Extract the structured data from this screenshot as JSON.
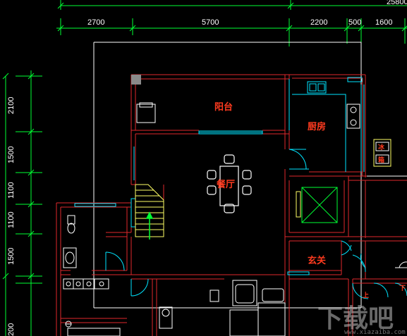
{
  "plan": {
    "top_partial_dim": "25800",
    "top_dimensions": [
      "2700",
      "5700",
      "2200",
      "500",
      "1600"
    ],
    "left_dimensions": [
      "2100",
      "1500",
      "1100",
      "1100",
      "1500",
      "200"
    ],
    "rooms": {
      "balcony": "阳台",
      "kitchen": "厨房",
      "dining": "餐厅",
      "entry": "玄关"
    },
    "fridge_labels": [
      "冰",
      "箱"
    ],
    "partial_labels": [
      "上",
      "下"
    ]
  },
  "watermark": {
    "text": "下载吧",
    "url": "www.xiazaiba.com"
  },
  "colors": {
    "background": "#000000",
    "wall_red": "#e0282b",
    "wall_white": "#ffffff",
    "dimension_green": "#00ff33",
    "window_cyan": "#00e5ff",
    "furniture_white": "#e8e8e8",
    "stair_yellow": "#ffff66",
    "label_red": "#ff3b1f"
  }
}
